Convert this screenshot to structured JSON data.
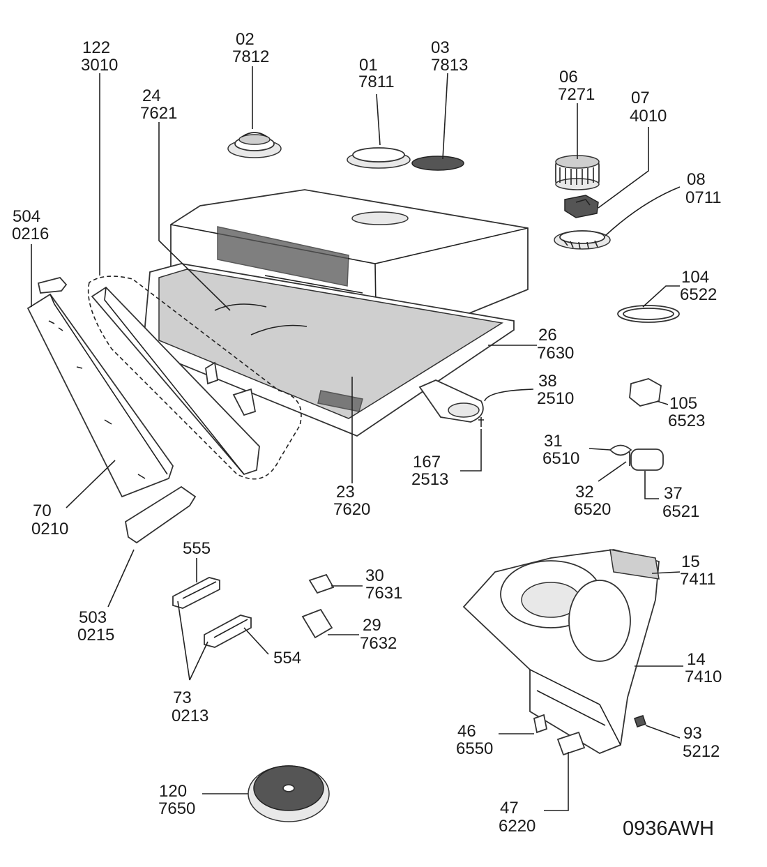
{
  "callouts": {
    "c122": {
      "num": "122",
      "code": "3010"
    },
    "c02": {
      "num": "02",
      "code": "7812"
    },
    "c01": {
      "num": "01",
      "code": "7811"
    },
    "c03": {
      "num": "03",
      "code": "7813"
    },
    "c24": {
      "num": "24",
      "code": "7621"
    },
    "c06": {
      "num": "06",
      "code": "7271"
    },
    "c07": {
      "num": "07",
      "code": "4010"
    },
    "c08": {
      "num": "08",
      "code": "0711"
    },
    "c504": {
      "num": "504",
      "code": "0216"
    },
    "c104": {
      "num": "104",
      "code": "6522"
    },
    "c26": {
      "num": "26",
      "code": "7630"
    },
    "c38": {
      "num": "38",
      "code": "2510"
    },
    "c105": {
      "num": "105",
      "code": "6523"
    },
    "c31": {
      "num": "31",
      "code": "6510"
    },
    "c167": {
      "num": "167",
      "code": "2513"
    },
    "c32": {
      "num": "32",
      "code": "6520"
    },
    "c37": {
      "num": "37",
      "code": "6521"
    },
    "c23": {
      "num": "23",
      "code": "7620"
    },
    "c70": {
      "num": "70",
      "code": "0210"
    },
    "c555": {
      "num": "555",
      "code": ""
    },
    "c15": {
      "num": "15",
      "code": "7411"
    },
    "c30": {
      "num": "30",
      "code": "7631"
    },
    "c503": {
      "num": "503",
      "code": "0215"
    },
    "c29": {
      "num": "29",
      "code": "7632"
    },
    "c554": {
      "num": "554",
      "code": ""
    },
    "c14": {
      "num": "14",
      "code": "7410"
    },
    "c73": {
      "num": "73",
      "code": "0213"
    },
    "c46": {
      "num": "46",
      "code": "6550"
    },
    "c93": {
      "num": "93",
      "code": "5212"
    },
    "c120": {
      "num": "120",
      "code": "7650"
    },
    "c47": {
      "num": "47",
      "code": "6220"
    }
  },
  "drawing_code": "0936AWH"
}
